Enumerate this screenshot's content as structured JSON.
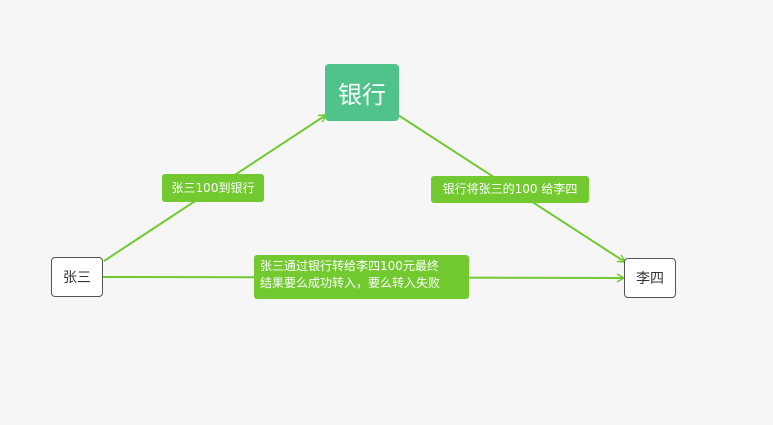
{
  "nodes": {
    "zhangsan": "张三",
    "lisi": "李四",
    "bank": "银行"
  },
  "edges": {
    "zhangsan_to_bank": "张三100到银行",
    "bank_to_lisi": "银行将张三的100 给李四",
    "direct": {
      "line1": "张三通过银行转给李四100元最终",
      "line2": "结果要么成功转入，要么转入失败"
    }
  },
  "colors": {
    "background": "#f6f6f6",
    "bank_node": "#4fc38a",
    "edge": "#72c930",
    "edge_label": "#72c930",
    "node_border": "#555555"
  }
}
